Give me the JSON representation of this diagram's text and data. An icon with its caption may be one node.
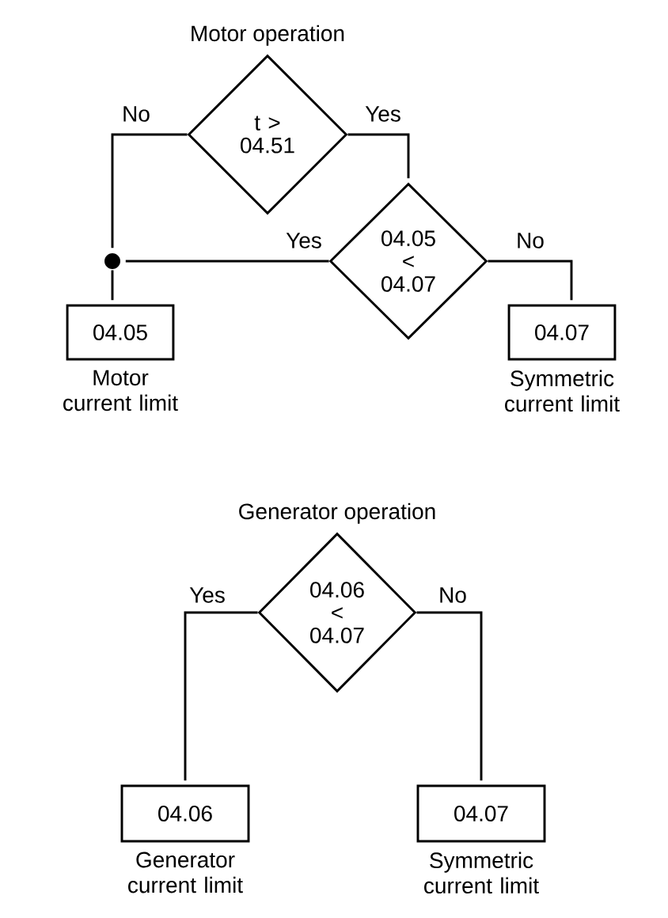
{
  "diagram": {
    "nodes": [
      {
        "text": [
          "Motor operation",
          "t > 04.51"
        ]
      },
      {
        "text": [
          "04.05 < 04.07"
        ]
      },
      {
        "text": [],
        "shape": "circle"
      },
      {
        "text": [
          "04.05"
        ],
        "beside": [
          "Motor current limit"
        ]
      },
      {
        "text": [
          "04.07"
        ],
        "beside": [
          "Symmetric current limit"
        ]
      },
      {
        "text": [
          "Generator operation",
          "04.06 < 04.07"
        ]
      },
      {
        "text": [
          "04.06"
        ],
        "beside": [
          "Generator current limit"
        ]
      },
      {
        "text": [
          "04.07"
        ],
        "beside": [
          "Symmetric current limit"
        ]
      }
    ],
    "edges": [
      {
        "from": 0,
        "to": 2,
        "arrow": "none",
        "label": "No"
      },
      {
        "from": 0,
        "to": 1,
        "arrow": "none",
        "label": "Yes"
      },
      {
        "from": 1,
        "to": 2,
        "arrow": "none",
        "label": "Yes"
      },
      {
        "from": 2,
        "to": 3,
        "arrow": "none"
      },
      {
        "from": 1,
        "to": 4,
        "arrow": "none",
        "label": "No"
      },
      {
        "from": 5,
        "to": 6,
        "arrow": "none",
        "label": "Yes"
      },
      {
        "from": 5,
        "to": 7,
        "arrow": "none",
        "label": "No"
      }
    ]
  }
}
